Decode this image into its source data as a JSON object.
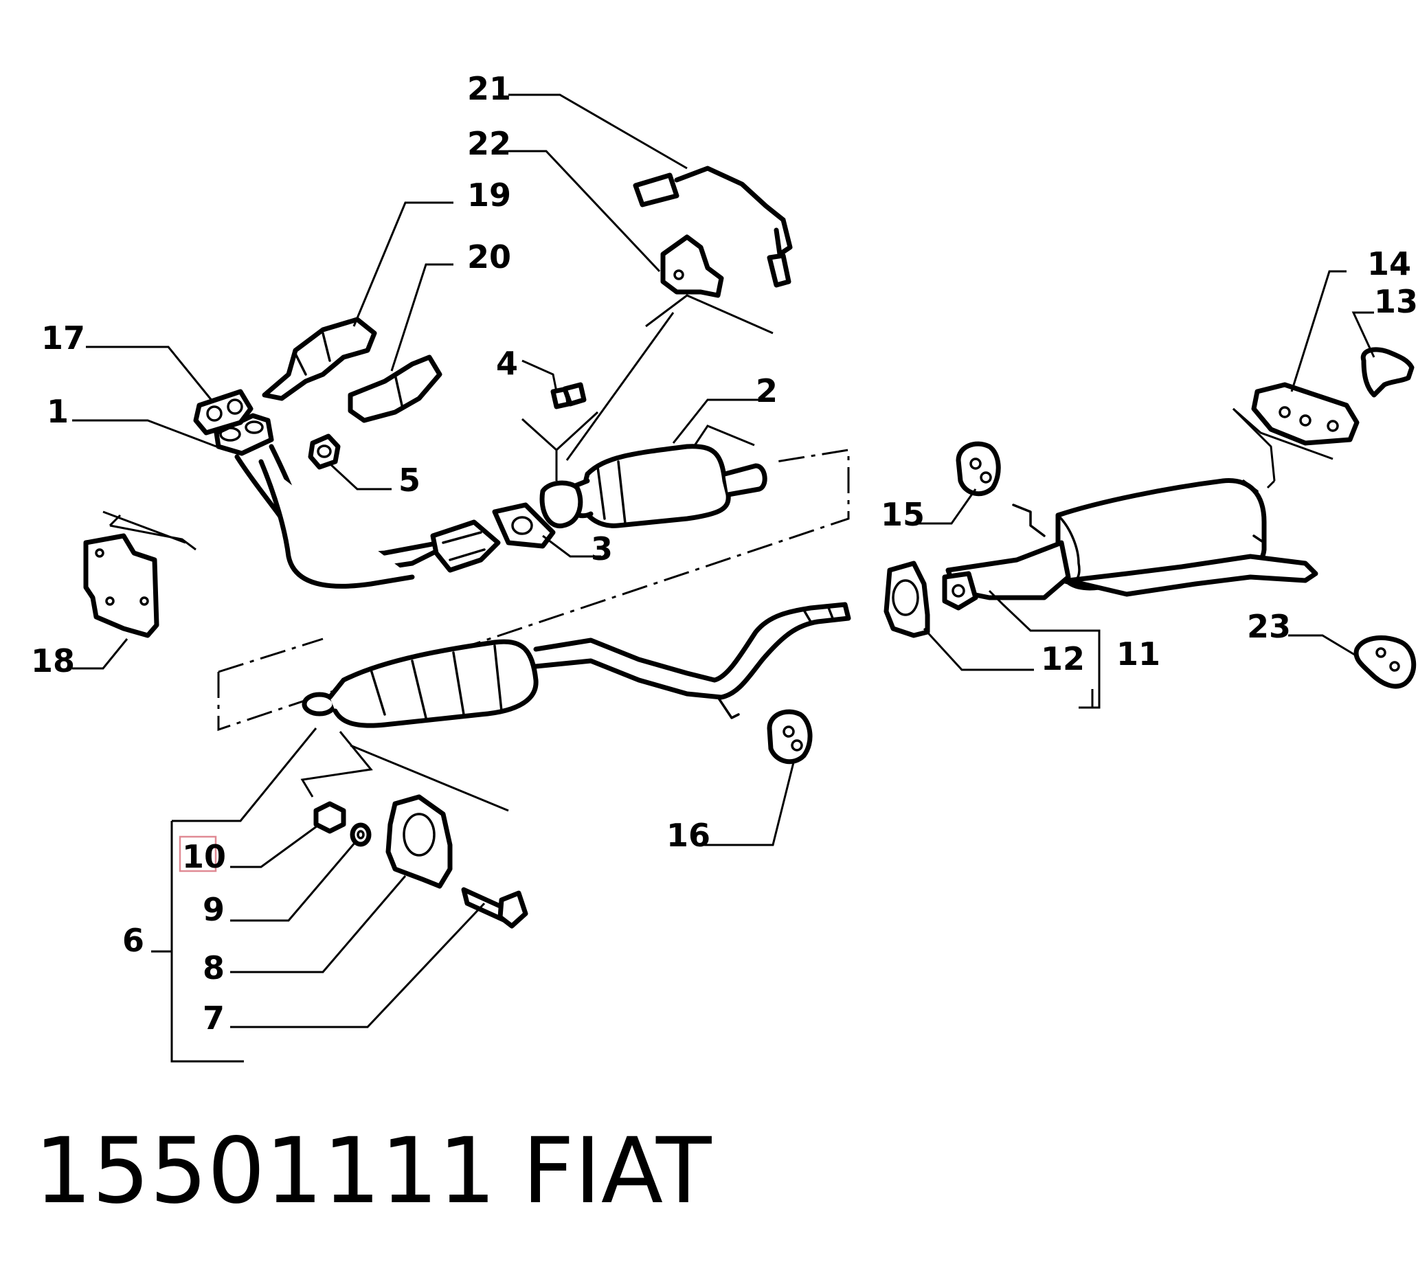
{
  "diagram": {
    "labels": {
      "l1": "1",
      "l2": "2",
      "l3": "3",
      "l4": "4",
      "l5": "5",
      "l6": "6",
      "l7": "7",
      "l8": "8",
      "l9": "9",
      "l10": "10",
      "l11": "11",
      "l12": "12",
      "l13": "13",
      "l14": "14",
      "l15": "15",
      "l16": "16",
      "l17": "17",
      "l18": "18",
      "l19": "19",
      "l20": "20",
      "l21": "21",
      "l22": "22",
      "l23": "23"
    },
    "highlighted_label": "10",
    "highlight_color": "#e08a94"
  },
  "footer": {
    "part_number": "15501111",
    "brand": "FIAT"
  }
}
